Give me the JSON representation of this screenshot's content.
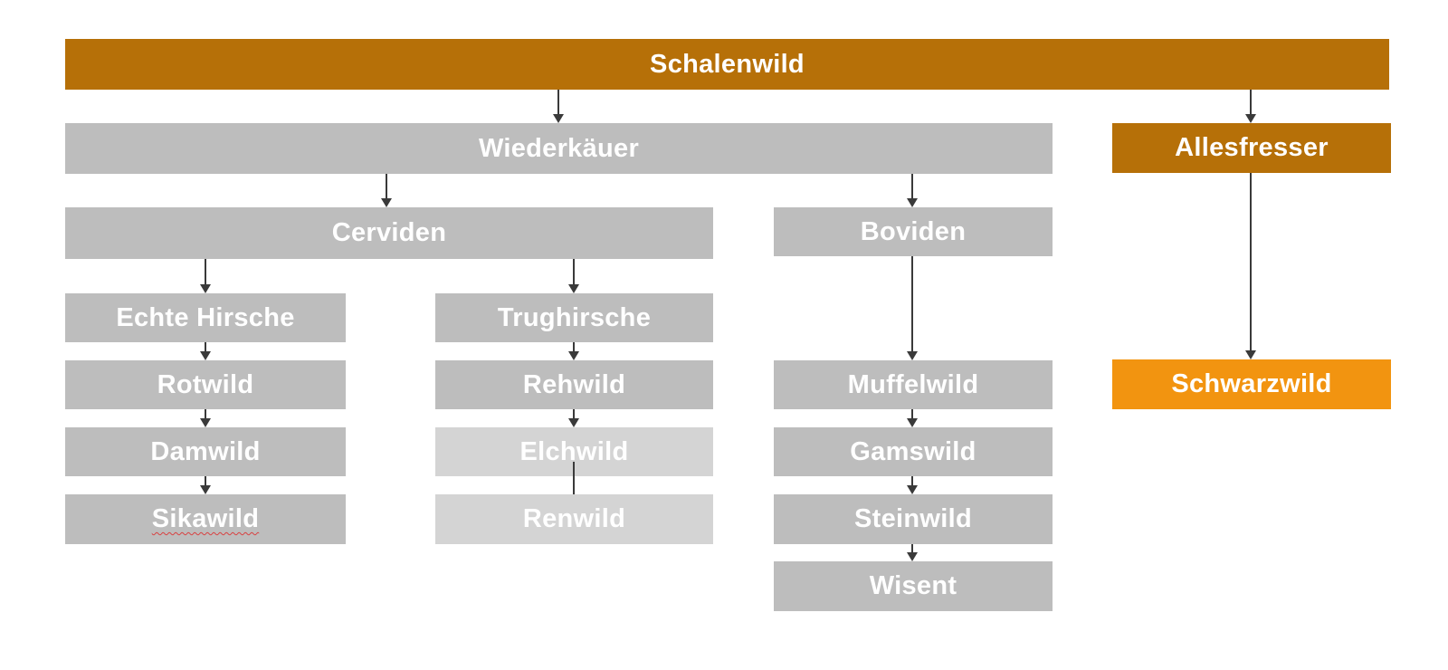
{
  "diagram": {
    "root": "Schalenwild",
    "ruminants": "Wiederkäuer",
    "omnivores": "Allesfresser",
    "cervids": "Cerviden",
    "bovids": "Boviden",
    "true_deer": "Echte Hirsche",
    "new_world_deer": "Trughirsche",
    "true_deer_species": [
      "Rotwild",
      "Damwild",
      "Sikawild"
    ],
    "new_world_deer_species": [
      "Rehwild",
      "Elchwild",
      "Renwild"
    ],
    "bovid_species": [
      "Muffelwild",
      "Gamswild",
      "Steinwild",
      "Wisent"
    ],
    "omnivore_species": "Schwarzwild"
  },
  "colors": {
    "root": "#b67008",
    "omnivores": "#b67008",
    "schwarzwild": "#f29410",
    "category": "#bdbdbd",
    "faded": "#d4d4d4",
    "text": "#ffffff",
    "connector": "#3a3a3a"
  }
}
